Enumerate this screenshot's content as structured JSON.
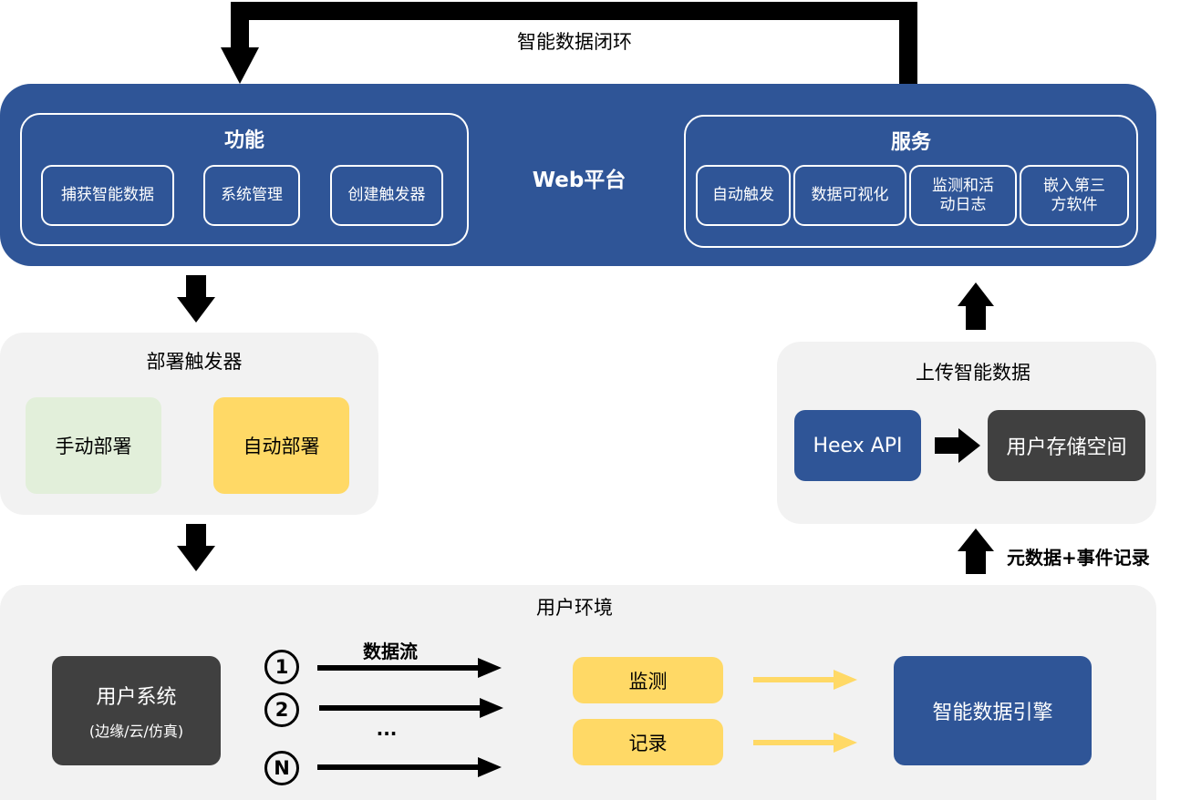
{
  "loop": {
    "label": "智能数据闭环"
  },
  "web_platform": {
    "label": "Web平台",
    "features": {
      "title": "功能",
      "items": [
        "捕获智能数据",
        "系统管理",
        "创建触发器"
      ]
    },
    "services": {
      "title": "服务",
      "items": [
        "自动触发",
        "数据可视化",
        "监测和活\n动日志",
        "嵌入第三\n方软件"
      ]
    }
  },
  "deploy": {
    "title": "部署触发器",
    "manual": "手动部署",
    "auto": "自动部署"
  },
  "upload": {
    "title": "上传智能数据",
    "api": "Heex API",
    "storage": "用户存储空间"
  },
  "metadata_label": "元数据+事件记录",
  "environment": {
    "title": "用户环境",
    "user_system": {
      "name": "用户系统",
      "sub": "(边缘/云/仿真)"
    },
    "flow_label": "数据流",
    "streams": [
      "1",
      "2",
      "N"
    ],
    "ellipsis": "...",
    "actions": [
      "监测",
      "记录"
    ],
    "engine": "智能数据引擎"
  },
  "colors": {
    "platform_blue": "#2f5597",
    "panel_gray": "#f2f2f2",
    "manual_green": "#e2efda",
    "auto_yellow": "#ffd966",
    "dark_box": "#404040",
    "flow_arrow_yellow": "#ffd966"
  }
}
